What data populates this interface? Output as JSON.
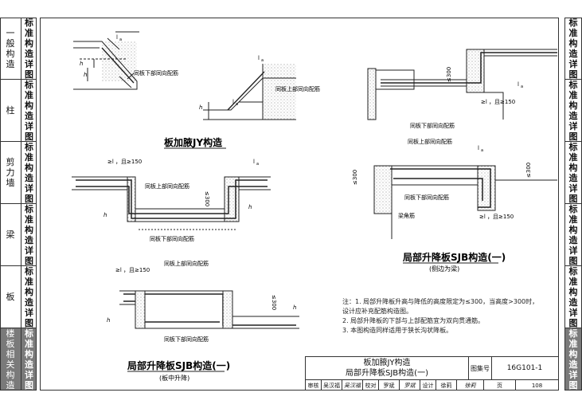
{
  "left_tabs": [
    {
      "wide": "一般构造",
      "narrow": "标准构造详图",
      "active": false
    },
    {
      "wide": "柱",
      "narrow": "标准构造详图",
      "active": false
    },
    {
      "wide": "剪力墙",
      "narrow": "标准构造详图",
      "active": false
    },
    {
      "wide": "梁",
      "narrow": "标准构造详图",
      "active": false
    },
    {
      "wide": "板",
      "narrow": "标准构造详图",
      "active": false
    },
    {
      "wide": "楼板相关构造",
      "narrow": "标准构造详图",
      "active": true
    }
  ],
  "right_tabs": [
    {
      "narrow": "标准构造详图",
      "active": false
    },
    {
      "narrow": "标准构造详图",
      "active": false
    },
    {
      "narrow": "标准构造详图",
      "active": false
    },
    {
      "narrow": "标准构造详图",
      "active": false
    },
    {
      "narrow": "标准构造详图",
      "active": false
    },
    {
      "narrow": "标准构造详图",
      "active": true
    }
  ],
  "drawing_labels": {
    "haunch_title": "板加腋JY构造",
    "same_bottom": "同板下部同向配筋",
    "same_top": "同板上部同向配筋",
    "la": "l",
    "la_sub": "a",
    "h": "h",
    "le300": "≤300",
    "ge150": "≥l",
    "ge150_b": "，且≥150",
    "corner_bar": "梁角筋",
    "sjb1_title": "局部升降板SJB构造(一)",
    "sjb1_sub": "(侧边为梁)",
    "sjb2_title": "局部升降板SJB构造(一)",
    "sjb2_sub": "(板中升降)"
  },
  "notes": [
    "注：1. 局部升降板升高与降低的高度限定为≤300，当高度>300时，",
    "       设计应补充配筋构造图。",
    "    2. 局部升降板的下部与上部配筋宜为双向贯通筋。",
    "    3. 本图构造同样适用于狭长沟状降板。"
  ],
  "title_block": {
    "title_line1": "板加腋JY构造",
    "title_line2": "局部升降板SJB构造(一)",
    "atlas_label": "图集号",
    "atlas_no": "16G101-1",
    "page_label": "页",
    "page_no": "108",
    "review": "审核",
    "review_name": "吴汉福",
    "review_sig": "吴汉福",
    "check": "校对",
    "check_name": "罗斌",
    "check_sig": "罗斌",
    "design": "设计",
    "design_name": "徐莉",
    "design_sig": "徐莉"
  }
}
